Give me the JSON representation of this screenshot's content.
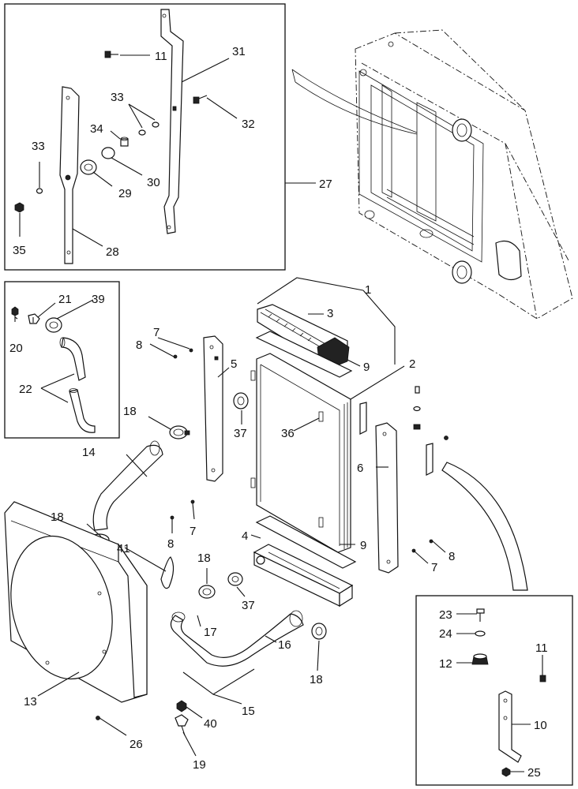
{
  "callouts": [
    "1",
    "2",
    "3",
    "4",
    "5",
    "6",
    "7",
    "8",
    "9",
    "10",
    "11",
    "12",
    "13",
    "14",
    "15",
    "16",
    "17",
    "18",
    "19",
    "20",
    "21",
    "22",
    "23",
    "24",
    "25",
    "26",
    "27",
    "28",
    "29",
    "30",
    "31",
    "32",
    "33",
    "34",
    "35",
    "36",
    "37",
    "39",
    "40",
    "41"
  ]
}
